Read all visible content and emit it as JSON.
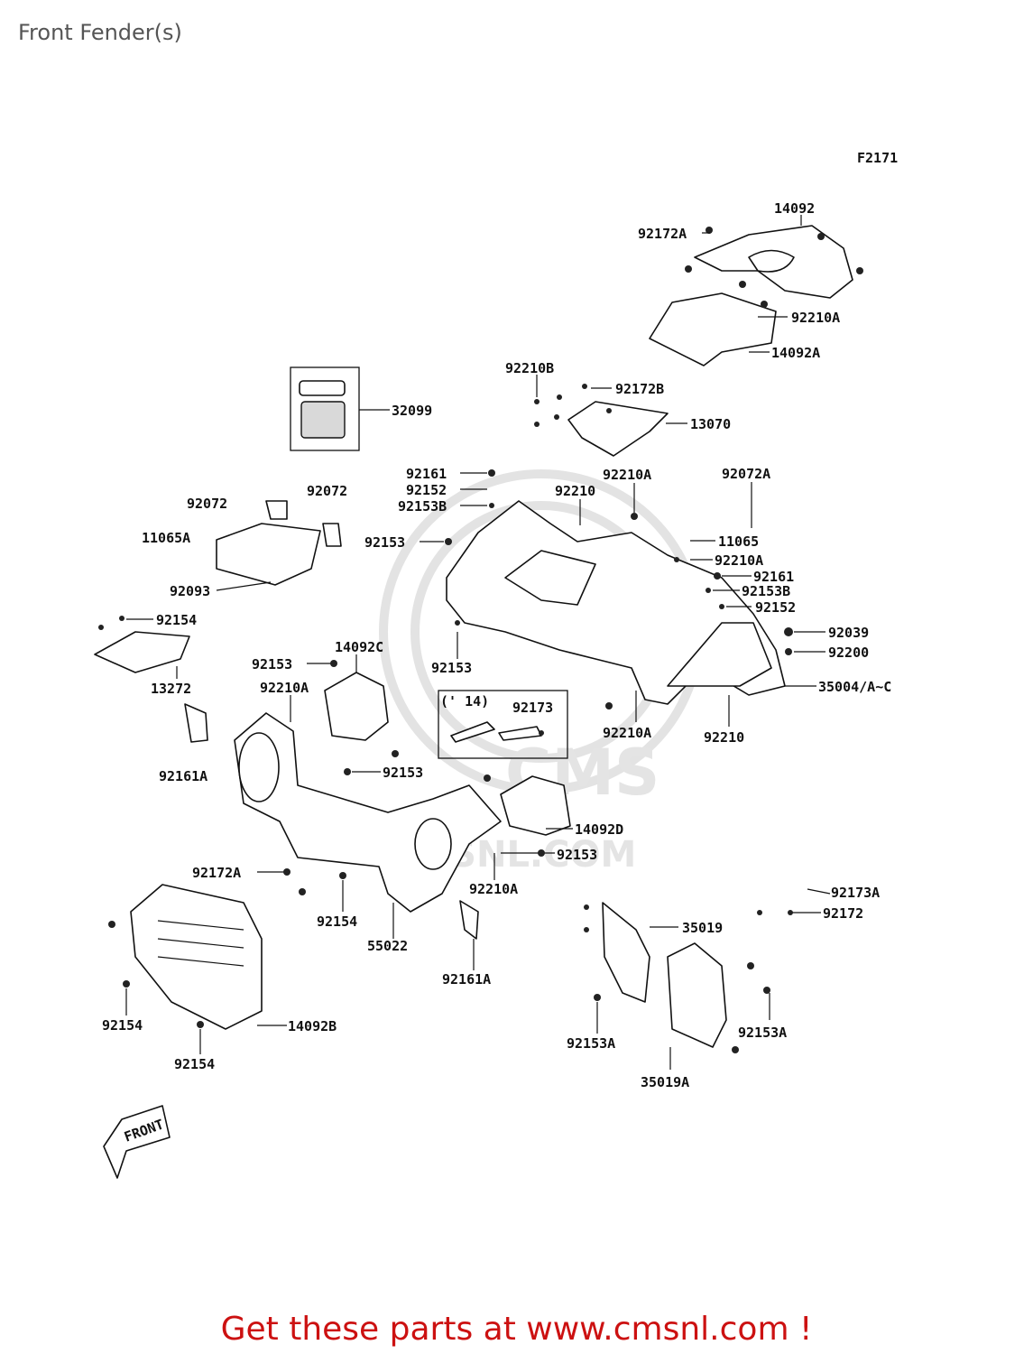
{
  "page": {
    "title": "Front Fender(s)"
  },
  "diagram": {
    "code": "F2171",
    "year_note": "(' 14)",
    "front_label": "FRONT",
    "watermark": "CMS",
    "watermark_url": "CMSNL.COM",
    "labels": {
      "p14092": "14092",
      "p92172A_top": "92172A",
      "p92210A_top": "92210A",
      "p14092A": "14092A",
      "p32099": "32099",
      "p92210B": "92210B",
      "p92172B": "92172B",
      "p13070": "13070",
      "p92161_left": "92161",
      "p92152_left": "92152",
      "p92153B_left": "92153B",
      "p92210A_mid": "92210A",
      "p92210_mid": "92210",
      "p92072A": "92072A",
      "p92072_left": "92072",
      "p92072_right": "92072",
      "p11065A": "11065A",
      "p92153_mid": "92153",
      "p11065": "11065",
      "p92210A_right": "92210A",
      "p92161_right": "92161",
      "p92153B_right": "92153B",
      "p92152_right": "92152",
      "p92093": "92093",
      "p92154_top": "92154",
      "p92039": "92039",
      "p92200": "92200",
      "p14092C": "14092C",
      "p92153_left": "92153",
      "p92153_center": "92153",
      "p13272": "13272",
      "p92210A_left": "92210A",
      "p35004": "35004/A~C",
      "p92173": "92173",
      "p92210A_low": "92210A",
      "p92210_right": "92210",
      "p92161A_left": "92161A",
      "p92153_low": "92153",
      "p14092D": "14092D",
      "p92153_right": "92153",
      "p92172A_bottom": "92172A",
      "p92210A_bottom": "92210A",
      "p92173A": "92173A",
      "p92172": "92172",
      "p92154_mid": "92154",
      "p55022": "55022",
      "p92161A_right": "92161A",
      "p35019": "35019",
      "p92154_low": "92154",
      "p14092B": "14092B",
      "p92154_bottom": "92154",
      "p92153A_left": "92153A",
      "p92153A_right": "92153A",
      "p35019A": "35019A"
    }
  },
  "footer": {
    "text": "Get these parts at www.cmsnl.com !"
  }
}
